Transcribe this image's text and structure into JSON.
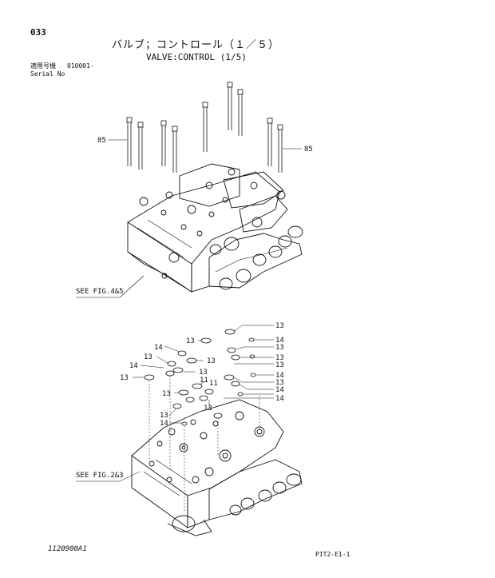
{
  "page_number": "033",
  "title_jp": "バルブ；コントロール（１／５）",
  "title_en": "VALVE:CONTROL (1/5)",
  "serial": {
    "label_jp": "適用号機",
    "value": "010001-",
    "label_en": "Serial No"
  },
  "see_fig_upper": "SEE FIG.4&5",
  "see_fig_lower": "SEE FIG.2&3",
  "drawing_number": "1120900A1",
  "page_code": "PIT2-E1-1",
  "callouts": {
    "bolt": "85",
    "oring_13": "13",
    "oring_14": "14",
    "oring_11": "11"
  }
}
